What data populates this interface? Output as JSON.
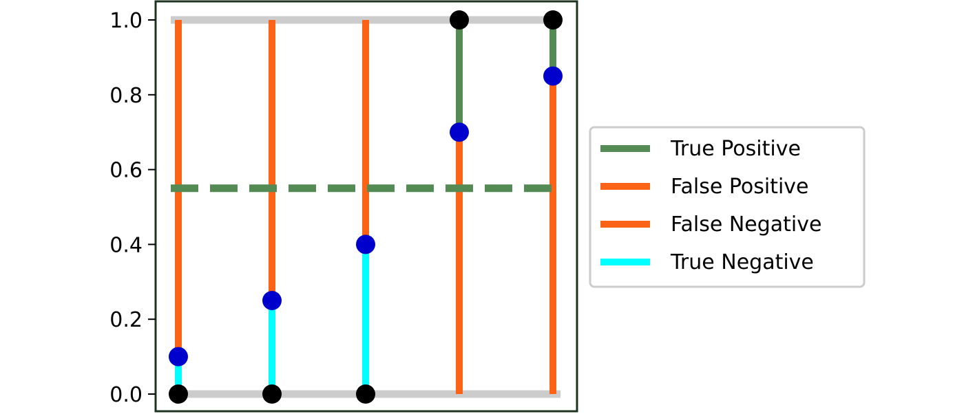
{
  "chart_data": {
    "type": "line",
    "title": "",
    "xlabel": "",
    "ylabel": "",
    "ylim": [
      0,
      1
    ],
    "yticks": [
      {
        "value": 0.0,
        "label": "0.0"
      },
      {
        "value": 0.2,
        "label": "0.2"
      },
      {
        "value": 0.4,
        "label": "0.4"
      },
      {
        "value": 0.6,
        "label": "0.6"
      },
      {
        "value": 0.8,
        "label": "0.8"
      },
      {
        "value": 1.0,
        "label": "1.0"
      }
    ],
    "x_ticks_shown": false,
    "grid": false,
    "reference_lines": [
      0,
      1
    ],
    "threshold": 0.55,
    "points": [
      {
        "x": 0,
        "label": 0,
        "score": 0.1,
        "outcome": "True Negative"
      },
      {
        "x": 1,
        "label": 0,
        "score": 0.25,
        "outcome": "True Negative"
      },
      {
        "x": 2,
        "label": 0,
        "score": 0.4,
        "outcome": "True Negative"
      },
      {
        "x": 3,
        "label": 1,
        "score": 0.7,
        "outcome": "True Positive"
      },
      {
        "x": 4,
        "label": 1,
        "score": 0.85,
        "outcome": "True Positive"
      }
    ],
    "series": [
      {
        "name": "True Positive",
        "color": "#548a53"
      },
      {
        "name": "False Positive",
        "color": "#fd6317"
      },
      {
        "name": "False Negative",
        "color": "#fd6317"
      },
      {
        "name": "True Negative",
        "color": "#00ffff"
      }
    ],
    "colors": {
      "threshold": "#548a53",
      "reference": "#cccccc",
      "score_point": "#0000cc",
      "label_point": "#000000",
      "frame": "#1f3321"
    },
    "legend": {
      "placement": "right",
      "entries": [
        {
          "label": "True Positive",
          "color": "#548a53"
        },
        {
          "label": "False Positive",
          "color": "#fd6317"
        },
        {
          "label": "False Negative",
          "color": "#fd6317"
        },
        {
          "label": "True Negative",
          "color": "#00ffff"
        }
      ]
    }
  }
}
